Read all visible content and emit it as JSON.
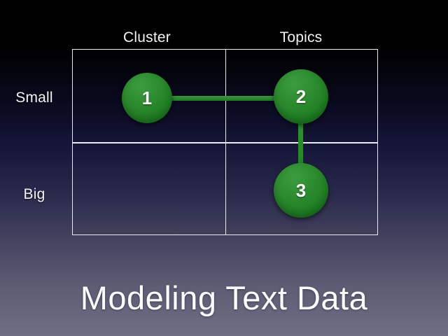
{
  "slide": {
    "title": "Modeling Text Data",
    "background": {
      "top_color": "#000000",
      "mid_color": "#16163a",
      "bottom_color": "#6e6e85"
    }
  },
  "matrix": {
    "grid_color": "#e9e9f0",
    "columns": [
      {
        "label": "Cluster"
      },
      {
        "label": "Topics"
      }
    ],
    "rows": [
      {
        "label": "Small"
      },
      {
        "label": "Big"
      }
    ]
  },
  "graph": {
    "node_color": "#2c8a2e",
    "edge_color": "#2a8a2a",
    "nodes": [
      {
        "id": "1",
        "label": "1",
        "column": "Cluster",
        "row": "Small"
      },
      {
        "id": "2",
        "label": "2",
        "column": "Topics",
        "row": "Small"
      },
      {
        "id": "3",
        "label": "3",
        "column": "Topics",
        "row": "Big"
      }
    ],
    "edges": [
      {
        "from": "1",
        "to": "2",
        "orientation": "horizontal"
      },
      {
        "from": "2",
        "to": "3",
        "orientation": "vertical"
      }
    ]
  }
}
